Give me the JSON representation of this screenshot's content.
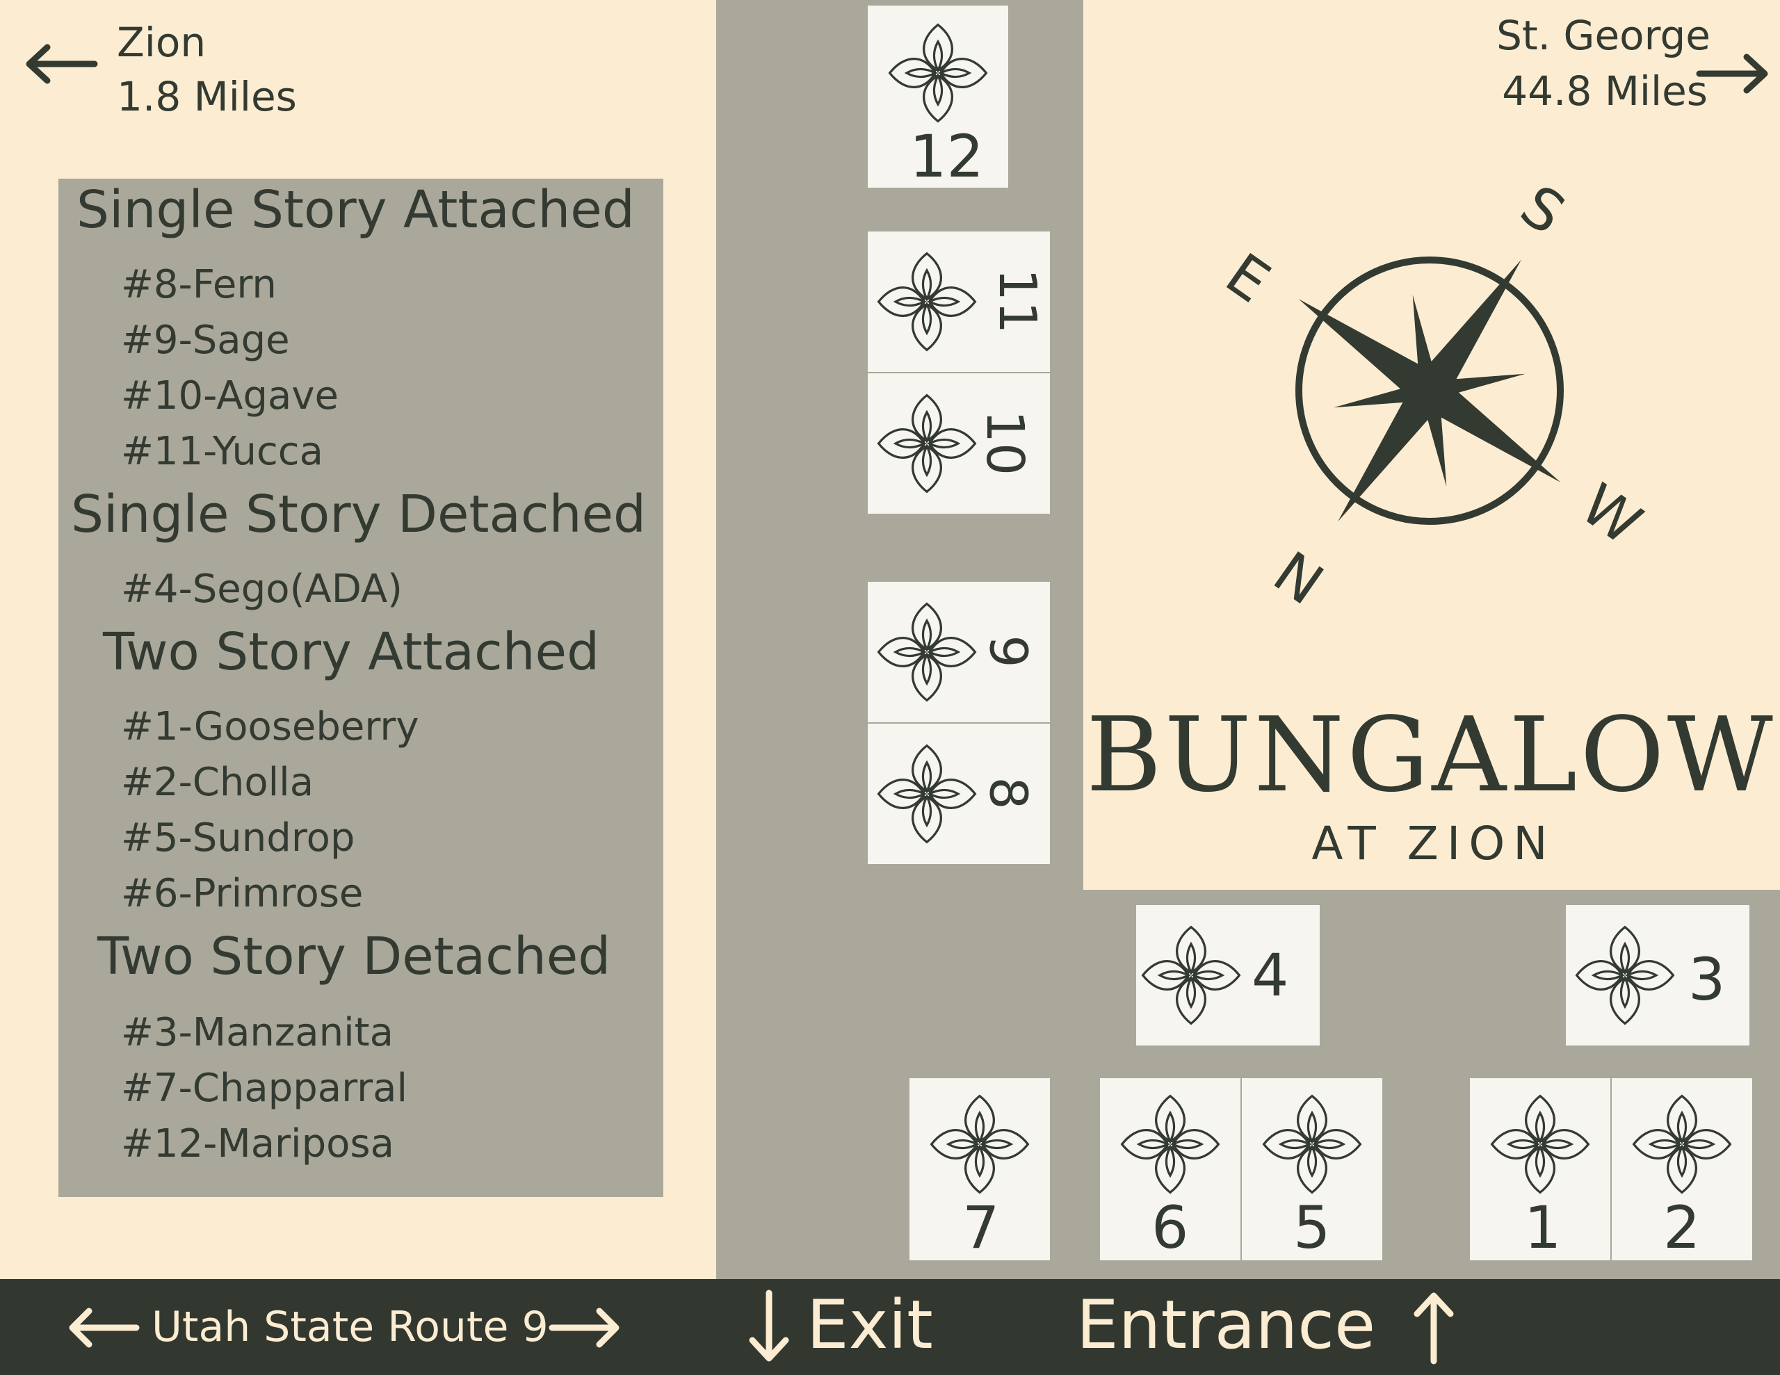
{
  "signs": {
    "zion": {
      "name": "Zion",
      "distance": "1.8 Miles"
    },
    "st_george": {
      "name": "St. George",
      "distance": "44.8 Miles"
    }
  },
  "legend": {
    "categories": [
      {
        "title": "Single Story Attached",
        "items": [
          "#8-Fern",
          "#9-Sage",
          "#10-Agave",
          "#11-Yucca"
        ]
      },
      {
        "title": "Single Story Detached",
        "items": [
          "#4-Sego(ADA)"
        ]
      },
      {
        "title": "Two Story Attached",
        "items": [
          "#1-Gooseberry",
          "#2-Cholla",
          "#5-Sundrop",
          "#6-Primrose"
        ]
      },
      {
        "title": "Two Story Detached",
        "items": [
          "#3-Manzanita",
          "#7-Chapparral",
          "#12-Mariposa"
        ]
      }
    ]
  },
  "lots": {
    "l12": "12",
    "l11": "11",
    "l10": "10",
    "l9": "9",
    "l8": "8",
    "l4": "4",
    "l3": "3",
    "l7": "7",
    "l6": "6",
    "l5": "5",
    "l1": "1",
    "l2": "2"
  },
  "compass": {
    "s": "S",
    "e": "E",
    "w": "W",
    "n": "N"
  },
  "brand": {
    "name": "BUNGALOWS",
    "sub": "AT ZION"
  },
  "highway": {
    "route": "Utah State Route 9",
    "exit": "Exit",
    "entrance": "Entrance"
  },
  "colors": {
    "background": "#fcedd2",
    "road": "#a9a89b",
    "dark": "#323830",
    "lot": "#f6f5f0"
  }
}
